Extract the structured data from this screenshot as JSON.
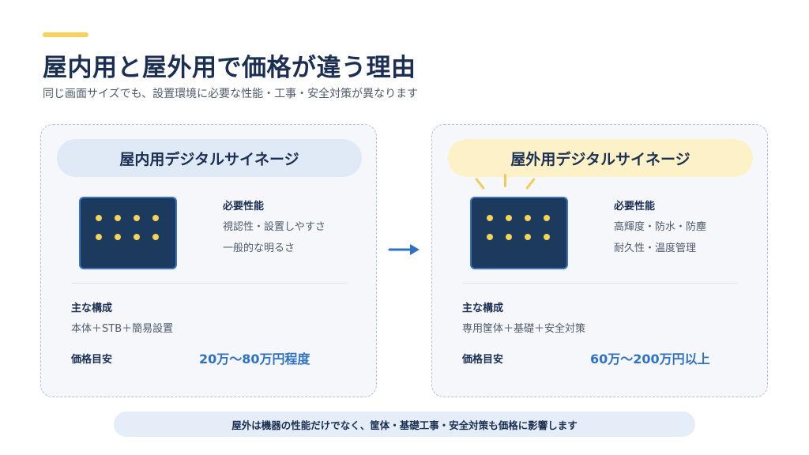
{
  "header": {
    "title": "屋内用と屋外用で価格が違う理由",
    "subtitle": "同じ画面サイズでも、設置環境に必要な性能・工事・安全対策が異なります"
  },
  "indoor": {
    "title": "屋内用デジタルサイネージ",
    "features_heading": "必要性能",
    "features": [
      "視認性・設置しやすさ",
      "一般的な明るさ"
    ],
    "composition_heading": "主な構成",
    "composition": "本体＋STB＋簡易設置",
    "price_heading": "価格目安",
    "price": "20万〜80万円程度"
  },
  "outdoor": {
    "title": "屋外用デジタルサイネージ",
    "features_heading": "必要性能",
    "features": [
      "高輝度・防水・防塵",
      "耐久性・温度管理"
    ],
    "composition_heading": "主な構成",
    "composition": "専用筐体＋基礎＋安全対策",
    "price_heading": "価格目安",
    "price": "60万〜200万円以上"
  },
  "footer": {
    "note": "屋外は機器の性能だけでなく、筐体・基礎工事・安全対策も価格に影響します"
  },
  "colors": {
    "accent_yellow": "#f6d25a",
    "navy": "#1b2f52",
    "price_blue": "#2f72c4",
    "indoor_pill": "#dfeaf6",
    "outdoor_pill": "#fdf1c7"
  },
  "icons": {
    "display": "display-screen-icon",
    "arrow": "arrow-right-icon",
    "glow": "brightness-rays-icon"
  }
}
